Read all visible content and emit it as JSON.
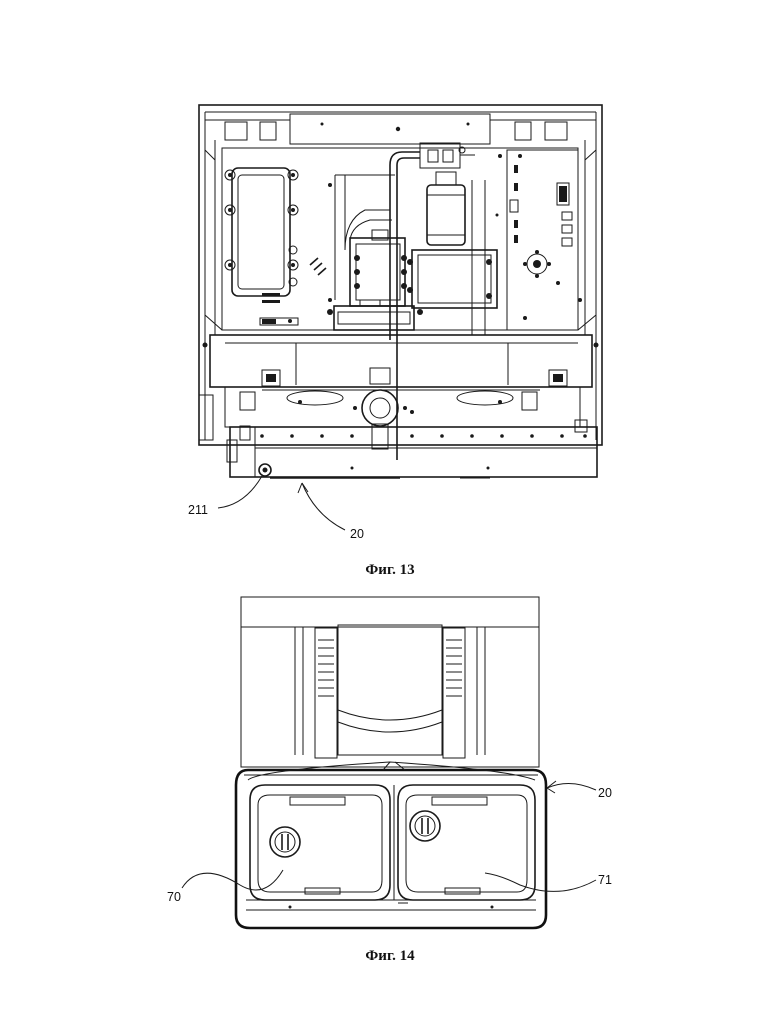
{
  "figures": [
    {
      "caption": "Фиг.  13",
      "callouts": [
        {
          "label": "211"
        },
        {
          "label": "20"
        }
      ]
    },
    {
      "caption": "Фиг.  14",
      "callouts": [
        {
          "label": "20"
        },
        {
          "label": "70"
        },
        {
          "label": "71"
        }
      ]
    }
  ]
}
